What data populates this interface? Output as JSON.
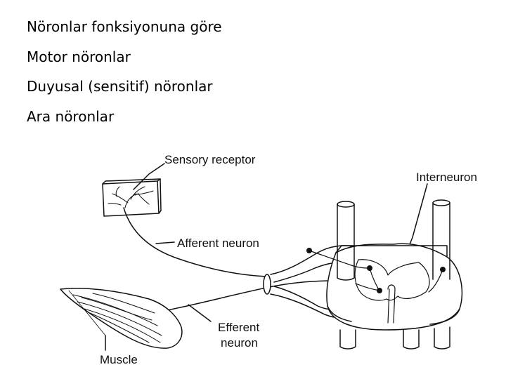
{
  "bullets": [
    "Nöronlar fonksiyonuna göre",
    "Motor nöronlar",
    "Duyusal (sensitif) nöronlar",
    "Ara nöronlar"
  ],
  "diagram": {
    "labels": {
      "sensory_receptor": "Sensory receptor",
      "interneuron": "Interneuron",
      "afferent_neuron": "Afferent neuron",
      "efferent_neuron_line1": "Efferent",
      "efferent_neuron_line2": "neuron",
      "muscle": "Muscle"
    },
    "colors": {
      "ink": "#111111",
      "background": "#ffffff"
    }
  }
}
